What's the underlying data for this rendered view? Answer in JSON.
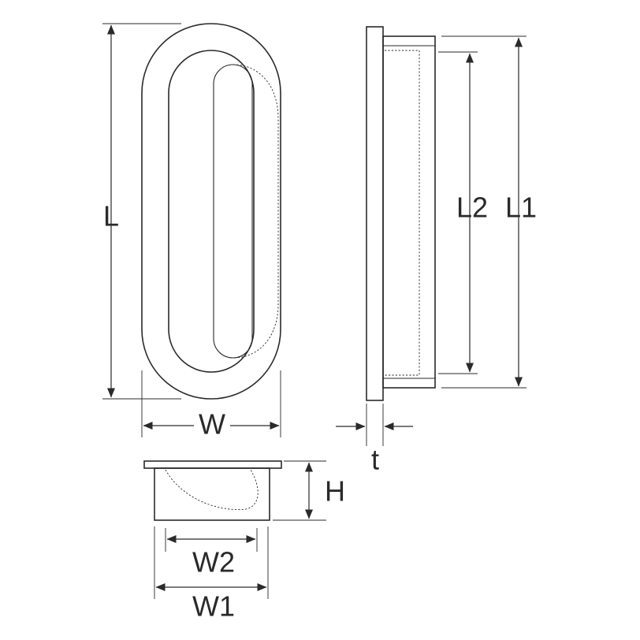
{
  "labels": {
    "L": "L",
    "W": "W",
    "L2": "L2",
    "L1": "L1",
    "t": "t",
    "H": "H",
    "W2": "W2",
    "W1": "W1"
  }
}
